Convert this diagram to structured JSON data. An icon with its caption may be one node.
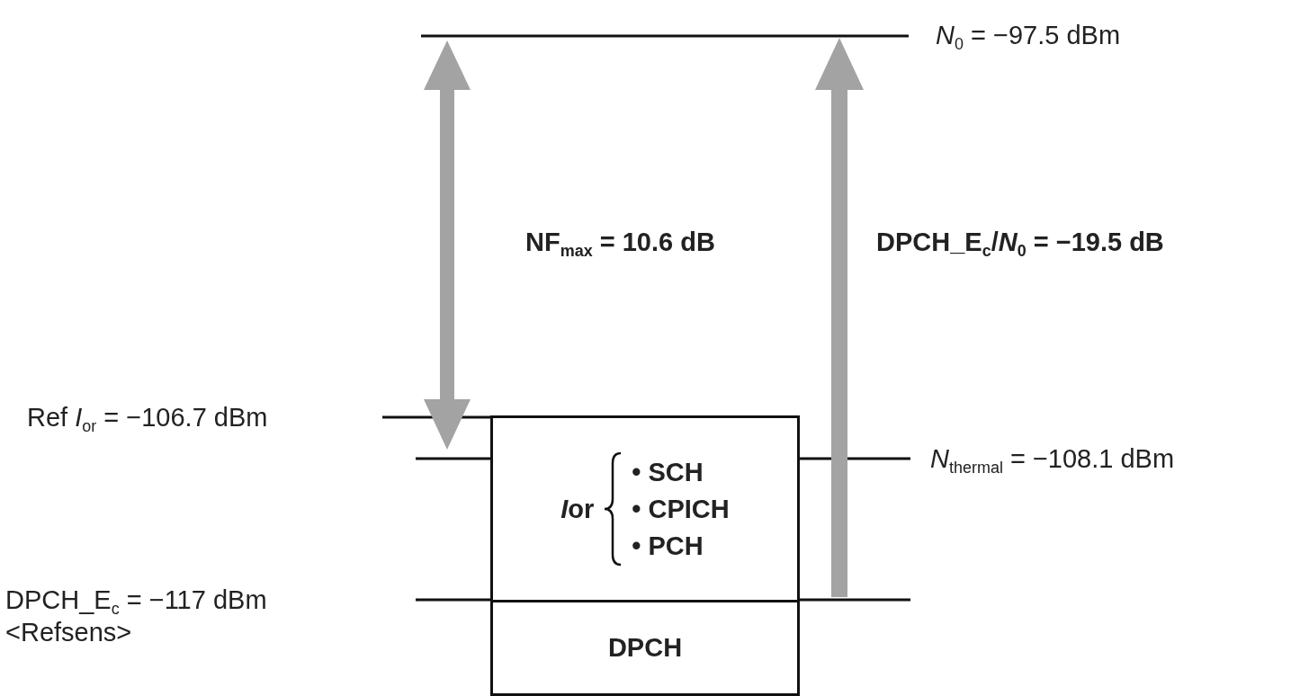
{
  "diagram": {
    "nodes": [
      {
        "text": [
          "Ior",
          "• SCH",
          "• CPICH",
          "• PCH"
        ]
      },
      {
        "text": [
          "DPCH"
        ]
      }
    ],
    "labels": [
      "*N*$_{0}$ = −97.5 dBm",
      "NF$_{max}$ = 10.6 dB",
      "DPCH_E$_{c}$/*N*$_{0}$ = −19.5 dB",
      "Ref *I*$_{or}$ = −106.7 dBm",
      "*N*$_{thermal}$ = −108.1 dBm",
      "DPCH_E$_{c}$ = −117 dBm",
      "<Refsens>"
    ]
  }
}
